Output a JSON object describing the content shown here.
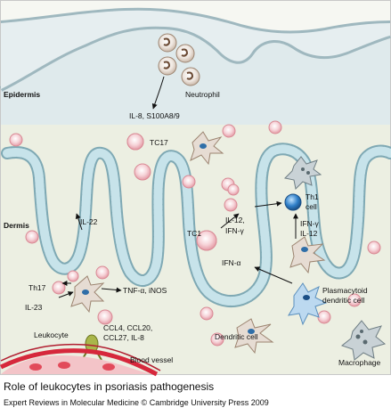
{
  "caption": {
    "title": "Role of leukocytes in psoriasis pathogenesis",
    "credit": "Expert Reviews in Molecular Medicine © Cambridge University Press 2009"
  },
  "layers": {
    "epidermis": "Epidermis",
    "dermis": "Dermis"
  },
  "cells": {
    "neutrophil": "Neutrophil",
    "tc17": "TC17",
    "tc1": "TC1",
    "th17": "Th17",
    "th1_line1": "Th1",
    "th1_line2": "cell",
    "leukocyte": "Leukocyte",
    "plasmacytoid_line1": "Plasmacytoid",
    "plasmacytoid_line2": "dendritic cell",
    "dendritic": "Dendritic cell",
    "macrophage": "Macrophage",
    "blood_vessel": "Blood vessel"
  },
  "mediators": {
    "il8_s100": "IL-8, S100A8/9",
    "il22": "IL-22",
    "il12_ifng_a": "IL-12,",
    "il12_ifng_b": "IFN-γ",
    "ifna": "IFN-α",
    "ifng_il12_a": "IFN-γ",
    "ifng_il12_b": "IL-12",
    "il23": "IL-23",
    "tnfa_inos": "TNF-α, iNOS",
    "ccl_a": "CCL4, CCL20,",
    "ccl_b": "CCL27, IL-8"
  },
  "colors": {
    "background": "#ffffff",
    "dermis_fill": "#ecefe2",
    "epidermis_fill": "#d9e8ec",
    "membrane": "#a7cfd9",
    "red_cell_fill": "#f6d3d8",
    "red_cell_ring": "#d98a95",
    "vessel_wall": "#d6283c",
    "th1_blue": "#2f7fc8"
  }
}
